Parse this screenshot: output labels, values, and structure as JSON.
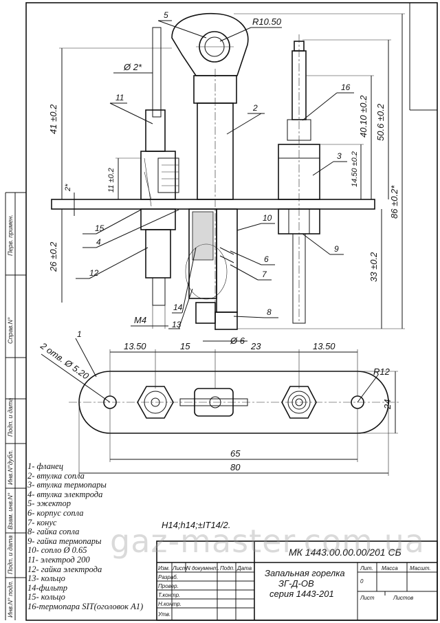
{
  "dimensions": {
    "r10_50": "R10.50",
    "dia2": "Ø 2*",
    "d41": "41 ±0.2",
    "d11": "11 ±0.2",
    "d2": "2*",
    "d26": "26 ±0.2",
    "m4": "M4",
    "dia6": "Ø 6",
    "d40_10": "40.10 ±0.2",
    "d50_6": "50.6 ±0.2",
    "d14_50": "14.50 ±0.2",
    "d86": "86 ±0.2*",
    "d33": "33 ±0.2",
    "d13_50a": "13.50",
    "d15": "15",
    "d23": "23",
    "d13_50b": "13.50",
    "holes": "2 отв. Ø 5.20",
    "r12": "R12",
    "d24": "24",
    "d65": "65",
    "d80": "80",
    "tolerance": "H14;h14;±IT14/2."
  },
  "callouts": [
    "1",
    "2",
    "3",
    "4",
    "5",
    "6",
    "7",
    "8",
    "9",
    "10",
    "11",
    "12",
    "13",
    "14",
    "15",
    "16"
  ],
  "parts_list": [
    "1- фланец",
    "2- втулка сопла",
    "3- втулка термопары",
    "4- втулка электрода",
    "5- эжектор",
    "6- корпус сопла",
    "7- конус",
    "8- гайка сопла",
    "9- гайка термопары",
    "10- сопло Ø 0.65",
    "11- электрод 200",
    "12- гайка электрода",
    "13- кольцо",
    "14-фильтр",
    "15- кольцо",
    "16-термопара SIT(оголовок A1)"
  ],
  "side_labels": [
    "Перв. примен.",
    "Справ.N°",
    "Подп. и дата",
    "Инв.N°дубл.",
    "Взам. инв.N°",
    "Подп. и дата",
    "Инв.N° подл."
  ],
  "title_block": {
    "doc_number": "МК 1443.00.00.00/201 СБ",
    "name_line1": "Запальная горелка",
    "name_line2": "ЗГ-Д-ОВ",
    "name_line3": "серия 1443-201",
    "col_izm": "Изм.",
    "col_list": "Лист",
    "col_ndoc": "N документ.",
    "col_podp": "Подп.",
    "col_data": "Дата",
    "row_razrab": "Разраб.",
    "row_prover": "Провер.",
    "row_tkontr": "Т.контр.",
    "row_nkontr": "Н.контр.",
    "row_utv": "Утв.",
    "lit": "Лит.",
    "massa": "Масса",
    "masht": "Масшт.",
    "lit_value": "0",
    "sheet": "Лист",
    "sheets": "Листов"
  },
  "watermark": "gaz-master.com.ua"
}
